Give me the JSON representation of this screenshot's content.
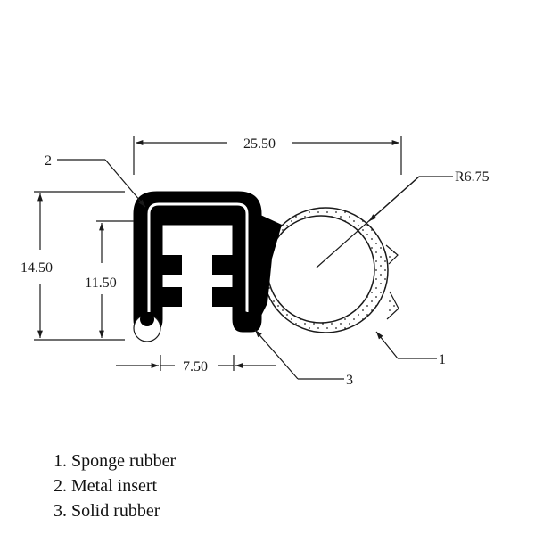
{
  "dimensions": {
    "overall_width": "25.50",
    "overall_height": "14.50",
    "inner_height": "11.50",
    "gap_width": "7.50",
    "bulb_radius": "R6.75"
  },
  "callouts": {
    "c1": "1",
    "c2": "2",
    "c3": "3"
  },
  "legend": [
    "1. Sponge rubber",
    "2. Metal insert",
    "3. Solid rubber"
  ],
  "colors": {
    "solid_rubber": "#000000",
    "line": "#1a1a1a",
    "background": "#ffffff"
  }
}
